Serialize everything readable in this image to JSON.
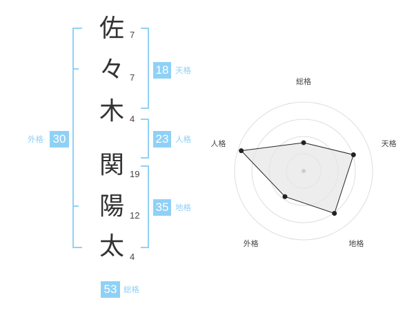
{
  "name_chars": [
    {
      "char": "佐",
      "strokes": "7"
    },
    {
      "char": "々",
      "strokes": "7"
    },
    {
      "char": "木",
      "strokes": "4"
    },
    {
      "char": "関",
      "strokes": "19"
    },
    {
      "char": "陽",
      "strokes": "12"
    },
    {
      "char": "太",
      "strokes": "4"
    }
  ],
  "fortune": {
    "tenkaku": {
      "value": "18",
      "label": "天格"
    },
    "jinkaku": {
      "value": "23",
      "label": "人格"
    },
    "chikaku": {
      "value": "35",
      "label": "地格"
    },
    "gaikaku": {
      "value": "30",
      "label": "外格"
    },
    "soukaku": {
      "value": "53",
      "label": "総格"
    }
  },
  "colors": {
    "accent": "#8fd1f6",
    "radar_fill": "#e6e6e6",
    "radar_line": "#222222",
    "ring": "#dddddd"
  },
  "chart_data": {
    "type": "radar",
    "axes": [
      "総格",
      "天格",
      "地格",
      "外格",
      "人格"
    ],
    "values": [
      0.41,
      0.76,
      0.76,
      0.46,
      0.95
    ],
    "rings": 4
  }
}
